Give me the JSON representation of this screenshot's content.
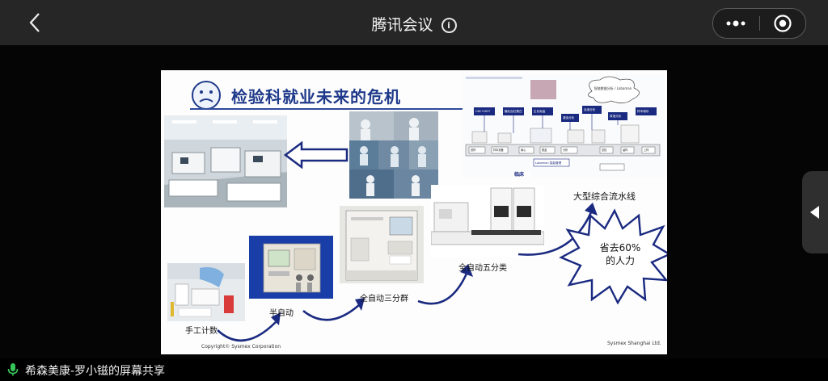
{
  "app": {
    "title": "腾讯会议",
    "share_label": "希森美康-罗小镃的屏幕共享"
  },
  "slide": {
    "title": "检验科就业未来的危机",
    "labels": {
      "manual": "手工计数",
      "semi_auto": "半自动",
      "auto_3diff": "全自动三分群",
      "auto_5diff": "全自动五分类",
      "pipeline": "大型综合流水线",
      "saving_line1": "省去60%",
      "saving_line2": "的人力"
    },
    "footnotes": {
      "copyright": "Copyright© Sysmex Corporation",
      "company": "Sysmex Shanghai Ltd."
    },
    "diagram": {
      "cloud_text": "智能数据分析 / Labaman",
      "boxes": [
        "CBC+DIFF",
        "糖化血红蛋白",
        "生化免疫",
        "凝血分析",
        "血液分析",
        "尿液分析",
        "样本储存"
      ],
      "belt": [
        "进样",
        "样本准备",
        "离心",
        "脱盖",
        "分析",
        "复检",
        "留样",
        "上样"
      ],
      "manager": "Labaman 智能管理",
      "bottom_tag": "临床"
    }
  },
  "colors": {
    "title_blue": "#1f3a8a",
    "arrow_navy": "#1a2a80",
    "topbar": "#262626"
  }
}
